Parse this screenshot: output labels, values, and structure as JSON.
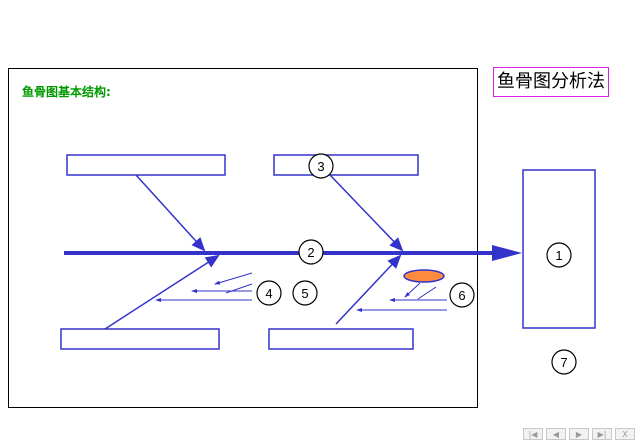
{
  "subtitle": "鱼骨图基本结构:",
  "title": "鱼骨图分析法",
  "labels": {
    "n1": "1",
    "n2": "2",
    "n3": "3",
    "n4": "4",
    "n5": "5",
    "n6": "6",
    "n7": "7"
  },
  "colors": {
    "stroke": "#3333cc",
    "spine": "#3333cc",
    "oval": "#ff8c3c",
    "subtitle": "#009900",
    "title_border": "#e020e0"
  },
  "nav": {
    "first": "first-slide-icon",
    "prev": "previous-slide-icon",
    "next": "next-slide-icon",
    "last": "last-slide-icon",
    "close": "close-icon"
  }
}
